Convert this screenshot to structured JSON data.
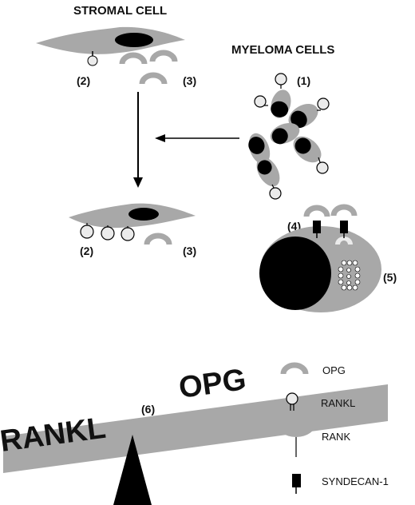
{
  "headings": {
    "stromal": "STROMAL CELL",
    "myeloma": "MYELOMA CELLS"
  },
  "markers": {
    "m1": "(1)",
    "m2a": "(2)",
    "m3a": "(3)",
    "m2b": "(2)",
    "m3b": "(3)",
    "m4": "(4)",
    "m5": "(5)",
    "m6": "(6)"
  },
  "balance": {
    "left": "RANKL",
    "right": "OPG"
  },
  "legend": {
    "opg": "OPG",
    "rankl": "RANKL",
    "rank": "RANK",
    "syndecan": "SYNDECAN-1"
  },
  "colors": {
    "gray": "#a8a8a8",
    "light": "#ebebeb",
    "dark": "#000000"
  }
}
